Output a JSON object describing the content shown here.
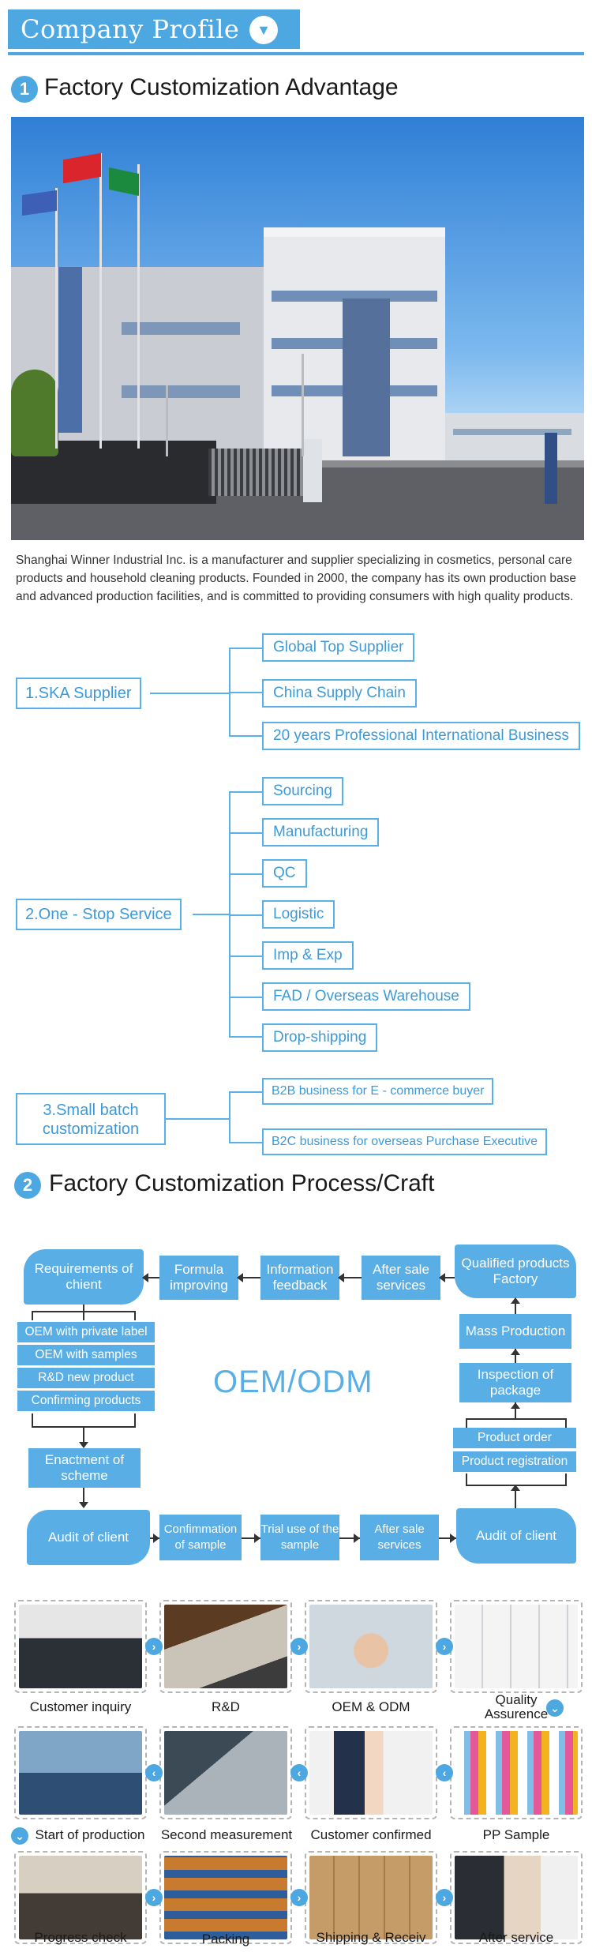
{
  "header": {
    "title": "Company Profile",
    "toggle_icon": "triangle-down-icon"
  },
  "section1": {
    "number": "1",
    "title": "Factory Customization Advantage"
  },
  "intro": "Shanghai Winner Industrial Inc. is a manufacturer and supplier specializing in cosmetics, personal care products and household cleaning products. Founded in 2000, the company has its own production base and advanced production facilities, and is committed to providing consumers with high quality products.",
  "advantages": {
    "ska": {
      "label": "1.SKA Supplier",
      "items": [
        "Global Top Supplier",
        "China Supply Chain",
        "20 years Professional International Business"
      ]
    },
    "one_stop": {
      "label": "2.One - Stop Service",
      "items": [
        "Sourcing",
        "Manufacturing",
        "QC",
        "Logistic",
        "Imp & Exp",
        "FAD / Overseas Warehouse",
        "Drop-shipping"
      ]
    },
    "small_batch": {
      "label_line1": "3.Small batch",
      "label_line2": "customization",
      "items": [
        "B2B business for E - commerce buyer",
        "B2C business for overseas Purchase Executive"
      ]
    }
  },
  "section2": {
    "number": "2",
    "title": "Factory Customization Process/Craft"
  },
  "process": {
    "center_label": "OEM/ODM",
    "top_row": [
      "Requirements of chient",
      "Formula improving",
      "Information feedback",
      "After sale services",
      "Qualified products Factory"
    ],
    "left_options": [
      "OEM with private label",
      "OEM with samples",
      "R&D new product",
      "Confirming products"
    ],
    "enactment": "Enactment of scheme",
    "bottom_row": [
      "Audit of client",
      "Confimmation of sample",
      "Trial use of the sample",
      "After sale services",
      "Audit of client"
    ],
    "right_column": [
      "Mass Production",
      "Inspection of package",
      "Product order",
      "Product registration"
    ]
  },
  "steps": [
    "Customer inquiry",
    "R&D",
    "OEM & ODM",
    "Quality Assurence",
    "Start of production",
    "Second measurement",
    "Customer confirmed",
    "PP Sample",
    "Progress check",
    "Packing",
    "Shipping & Receiv",
    "After service"
  ],
  "colors": {
    "accent": "#4da7e0",
    "process_box": "#5aaee6"
  }
}
